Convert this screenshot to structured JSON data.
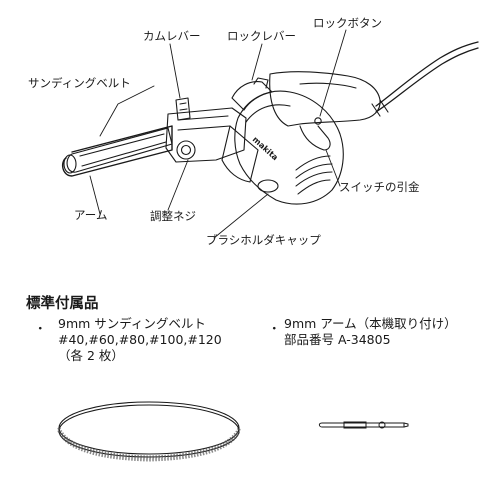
{
  "callouts": {
    "cam_lever": "カムレバー",
    "lock_lever": "ロックレバー",
    "lock_button": "ロックボタン",
    "sanding_belt": "サンディングベルト",
    "arm": "アーム",
    "adjust_screw": "調整ネジ",
    "switch_trigger": "スイッチの引金",
    "brush_holder_cap": "ブラシホルダキャップ"
  },
  "brand_logo": "makita",
  "accessories": {
    "heading": "標準付属品",
    "bullet": "・",
    "item1": {
      "line1": "9mm サンディングベルト",
      "line2": "#40,#60,#80,#100,#120",
      "line3": "（各 2 枚）"
    },
    "item2": {
      "line1": "9mm アーム（本機取り付け）",
      "line2": "部品番号 A-34805"
    }
  }
}
